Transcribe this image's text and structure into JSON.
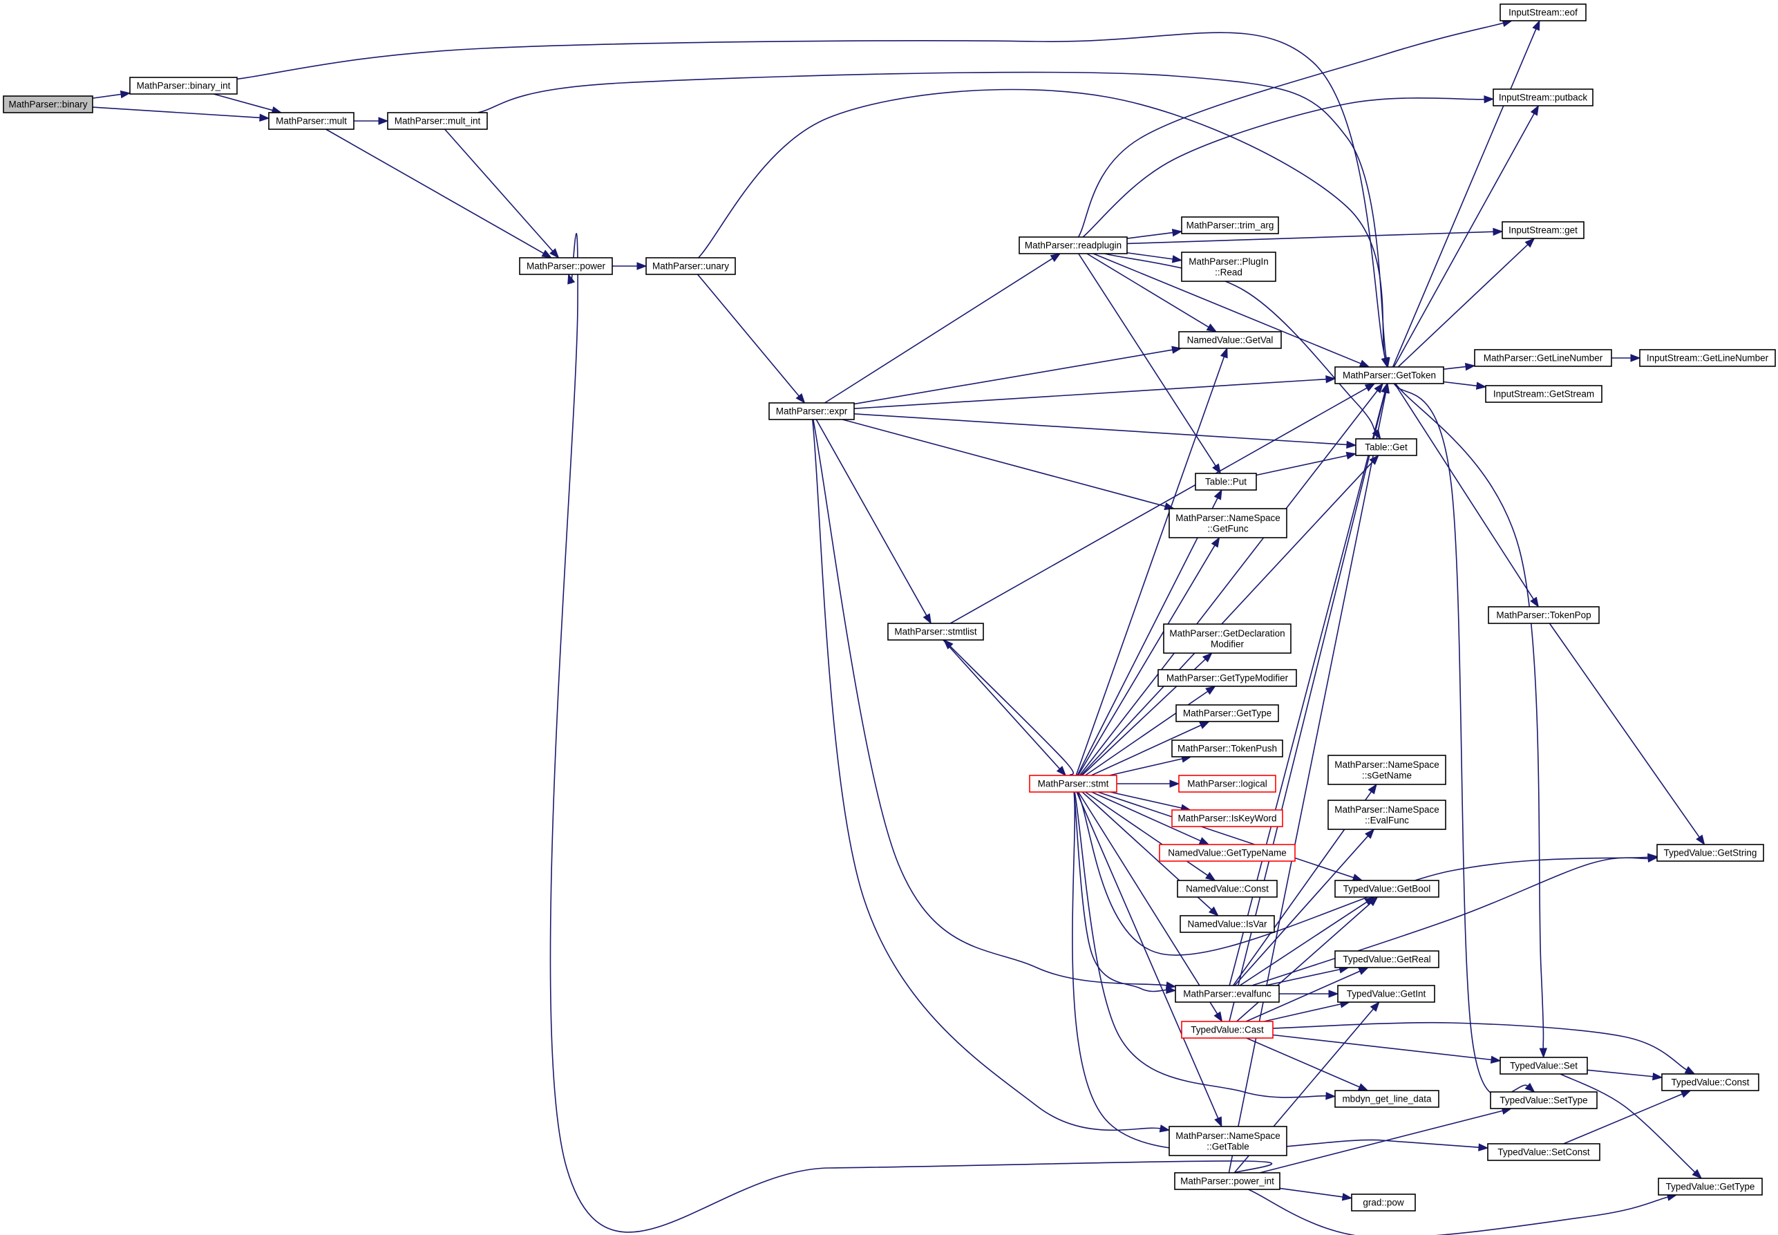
{
  "graph": {
    "nodes": [
      {
        "id": "binary",
        "lines": [
          "MathParser::binary"
        ],
        "style": "root"
      },
      {
        "id": "binary_int",
        "lines": [
          "MathParser::binary_int"
        ]
      },
      {
        "id": "mult",
        "lines": [
          "MathParser::mult"
        ]
      },
      {
        "id": "mult_int",
        "lines": [
          "MathParser::mult_int"
        ]
      },
      {
        "id": "power",
        "lines": [
          "MathParser::power"
        ]
      },
      {
        "id": "unary",
        "lines": [
          "MathParser::unary"
        ]
      },
      {
        "id": "expr",
        "lines": [
          "MathParser::expr"
        ]
      },
      {
        "id": "stmtlist",
        "lines": [
          "MathParser::stmtlist"
        ]
      },
      {
        "id": "readplugin",
        "lines": [
          "MathParser::readplugin"
        ]
      },
      {
        "id": "trim_arg",
        "lines": [
          "MathParser::trim_arg"
        ]
      },
      {
        "id": "plugin_read",
        "lines": [
          "MathParser::PlugIn",
          "::Read"
        ]
      },
      {
        "id": "getval",
        "lines": [
          "NamedValue::GetVal"
        ]
      },
      {
        "id": "table_put",
        "lines": [
          "Table::Put"
        ]
      },
      {
        "id": "ns_getfunc",
        "lines": [
          "MathParser::NameSpace",
          "::GetFunc"
        ]
      },
      {
        "id": "getdeclmod",
        "lines": [
          "MathParser::GetDeclaration",
          "Modifier"
        ]
      },
      {
        "id": "gettypemod",
        "lines": [
          "MathParser::GetTypeModifier"
        ]
      },
      {
        "id": "gettype",
        "lines": [
          "MathParser::GetType"
        ]
      },
      {
        "id": "tokenpush",
        "lines": [
          "MathParser::TokenPush"
        ]
      },
      {
        "id": "stmt",
        "lines": [
          "MathParser::stmt"
        ],
        "style": "red"
      },
      {
        "id": "logical",
        "lines": [
          "MathParser::logical"
        ],
        "style": "red"
      },
      {
        "id": "iskeyword",
        "lines": [
          "MathParser::IsKeyWord"
        ],
        "style": "red"
      },
      {
        "id": "nv_gettypename",
        "lines": [
          "NamedValue::GetTypeName"
        ],
        "style": "red"
      },
      {
        "id": "nv_const",
        "lines": [
          "NamedValue::Const"
        ]
      },
      {
        "id": "nv_isvar",
        "lines": [
          "NamedValue::IsVar"
        ]
      },
      {
        "id": "evalfunc",
        "lines": [
          "MathParser::evalfunc"
        ]
      },
      {
        "id": "tv_cast",
        "lines": [
          "TypedValue::Cast"
        ],
        "style": "red"
      },
      {
        "id": "ns_gettable",
        "lines": [
          "MathParser::NameSpace",
          "::GetTable"
        ]
      },
      {
        "id": "power_int",
        "lines": [
          "MathParser::power_int"
        ]
      },
      {
        "id": "gettoken",
        "lines": [
          "MathParser::GetToken"
        ]
      },
      {
        "id": "table_get",
        "lines": [
          "Table::Get"
        ]
      },
      {
        "id": "ns_sgetname",
        "lines": [
          "MathParser::NameSpace",
          "::sGetName"
        ]
      },
      {
        "id": "ns_evalfunc",
        "lines": [
          "MathParser::NameSpace",
          "::EvalFunc"
        ]
      },
      {
        "id": "tv_getbool",
        "lines": [
          "TypedValue::GetBool"
        ]
      },
      {
        "id": "tv_getreal",
        "lines": [
          "TypedValue::GetReal"
        ]
      },
      {
        "id": "tv_getint",
        "lines": [
          "TypedValue::GetInt"
        ]
      },
      {
        "id": "mbdyn_line",
        "lines": [
          "mbdyn_get_line_data"
        ]
      },
      {
        "id": "grad_pow",
        "lines": [
          "grad::pow"
        ]
      },
      {
        "id": "is_eof",
        "lines": [
          "InputStream::eof"
        ]
      },
      {
        "id": "is_putback",
        "lines": [
          "InputStream::putback"
        ]
      },
      {
        "id": "is_get",
        "lines": [
          "InputStream::get"
        ]
      },
      {
        "id": "getlinenumber",
        "lines": [
          "MathParser::GetLineNumber"
        ]
      },
      {
        "id": "is_getlinenumber",
        "lines": [
          "InputStream::GetLineNumber"
        ]
      },
      {
        "id": "is_getstream",
        "lines": [
          "InputStream::GetStream"
        ]
      },
      {
        "id": "tokenpop",
        "lines": [
          "MathParser::TokenPop"
        ]
      },
      {
        "id": "tv_set",
        "lines": [
          "TypedValue::Set"
        ]
      },
      {
        "id": "tv_settype",
        "lines": [
          "TypedValue::SetType"
        ]
      },
      {
        "id": "tv_setconst",
        "lines": [
          "TypedValue::SetConst"
        ]
      },
      {
        "id": "tv_getstring",
        "lines": [
          "TypedValue::GetString"
        ]
      },
      {
        "id": "tv_const",
        "lines": [
          "TypedValue::Const"
        ]
      },
      {
        "id": "tv_gettype",
        "lines": [
          "TypedValue::GetType"
        ]
      }
    ],
    "edges": [
      [
        "binary",
        "binary_int"
      ],
      [
        "binary",
        "mult"
      ],
      [
        "binary_int",
        "mult"
      ],
      [
        "binary_int",
        "gettoken"
      ],
      [
        "mult",
        "mult_int"
      ],
      [
        "mult",
        "power"
      ],
      [
        "mult_int",
        "power"
      ],
      [
        "mult_int",
        "gettoken"
      ],
      [
        "power",
        "unary"
      ],
      [
        "unary",
        "expr"
      ],
      [
        "unary",
        "gettoken"
      ],
      [
        "expr",
        "readplugin"
      ],
      [
        "expr",
        "getval"
      ],
      [
        "expr",
        "gettoken"
      ],
      [
        "expr",
        "table_get"
      ],
      [
        "expr",
        "ns_getfunc"
      ],
      [
        "expr",
        "stmtlist"
      ],
      [
        "expr",
        "evalfunc"
      ],
      [
        "expr",
        "ns_gettable"
      ],
      [
        "stmtlist",
        "gettoken"
      ],
      [
        "stmtlist",
        "stmt"
      ],
      [
        "readplugin",
        "is_eof"
      ],
      [
        "readplugin",
        "is_putback"
      ],
      [
        "readplugin",
        "is_get"
      ],
      [
        "readplugin",
        "trim_arg"
      ],
      [
        "readplugin",
        "plugin_read"
      ],
      [
        "readplugin",
        "getval"
      ],
      [
        "readplugin",
        "gettoken"
      ],
      [
        "readplugin",
        "table_get"
      ],
      [
        "readplugin",
        "table_put"
      ],
      [
        "table_put",
        "table_get"
      ],
      [
        "stmt",
        "stmtlist"
      ],
      [
        "stmt",
        "getval"
      ],
      [
        "stmt",
        "table_put"
      ],
      [
        "stmt",
        "ns_getfunc"
      ],
      [
        "stmt",
        "gettoken"
      ],
      [
        "stmt",
        "table_get"
      ],
      [
        "stmt",
        "getdeclmod"
      ],
      [
        "stmt",
        "gettypemod"
      ],
      [
        "stmt",
        "gettype"
      ],
      [
        "stmt",
        "tokenpush"
      ],
      [
        "stmt",
        "logical"
      ],
      [
        "stmt",
        "iskeyword"
      ],
      [
        "stmt",
        "nv_gettypename"
      ],
      [
        "stmt",
        "nv_const"
      ],
      [
        "stmt",
        "nv_isvar"
      ],
      [
        "stmt",
        "evalfunc"
      ],
      [
        "stmt",
        "tv_cast"
      ],
      [
        "stmt",
        "ns_gettable"
      ],
      [
        "stmt",
        "tv_getstring"
      ],
      [
        "stmt",
        "tv_getbool"
      ],
      [
        "stmt",
        "mbdyn_line"
      ],
      [
        "stmt",
        "tv_setconst"
      ],
      [
        "evalfunc",
        "ns_sgetname"
      ],
      [
        "evalfunc",
        "ns_evalfunc"
      ],
      [
        "evalfunc",
        "tv_getbool"
      ],
      [
        "evalfunc",
        "tv_getreal"
      ],
      [
        "evalfunc",
        "tv_getint"
      ],
      [
        "evalfunc",
        "tv_getstring"
      ],
      [
        "evalfunc",
        "gettoken"
      ],
      [
        "tv_cast",
        "tv_getbool"
      ],
      [
        "tv_cast",
        "tv_getreal"
      ],
      [
        "tv_cast",
        "tv_getint"
      ],
      [
        "tv_cast",
        "tv_set"
      ],
      [
        "tv_cast",
        "tv_const"
      ],
      [
        "tv_cast",
        "mbdyn_line"
      ],
      [
        "tv_cast",
        "gettoken"
      ],
      [
        "power_int",
        "power"
      ],
      [
        "power_int",
        "gettoken"
      ],
      [
        "power_int",
        "tv_getint"
      ],
      [
        "power_int",
        "grad_pow"
      ],
      [
        "power_int",
        "tv_settype"
      ],
      [
        "power_int",
        "tv_gettype"
      ],
      [
        "gettoken",
        "is_eof"
      ],
      [
        "gettoken",
        "is_putback"
      ],
      [
        "gettoken",
        "is_get"
      ],
      [
        "gettoken",
        "getlinenumber"
      ],
      [
        "gettoken",
        "is_getstream"
      ],
      [
        "gettoken",
        "tokenpop"
      ],
      [
        "gettoken",
        "tv_set"
      ],
      [
        "gettoken",
        "tv_settype"
      ],
      [
        "getlinenumber",
        "is_getlinenumber"
      ],
      [
        "tokenpop",
        "tv_getstring"
      ],
      [
        "tv_set",
        "tv_const"
      ],
      [
        "tv_set",
        "tv_gettype"
      ],
      [
        "tv_setconst",
        "tv_const"
      ]
    ]
  }
}
